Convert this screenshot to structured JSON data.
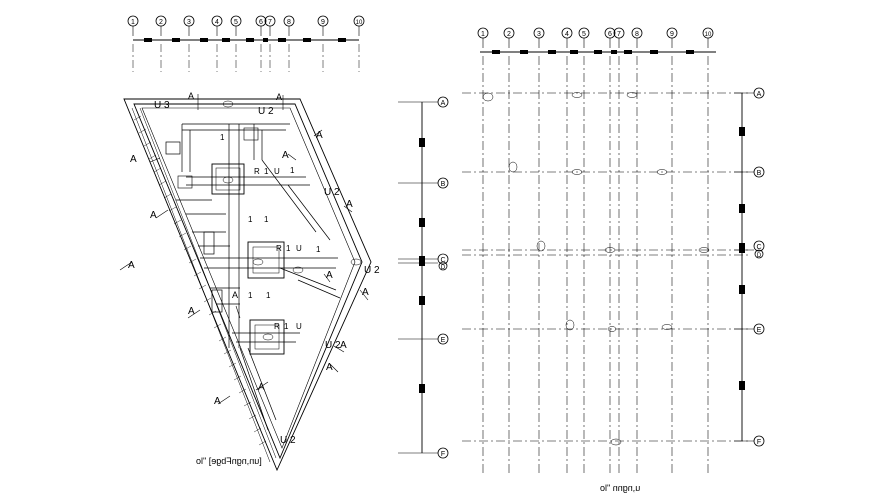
{
  "left_plan": {
    "top_axis_labels": [
      "1",
      "2",
      "3",
      "4",
      "5",
      "6",
      "7",
      "8",
      "9",
      "10"
    ],
    "beam_labels": [
      "U 3",
      "U 2",
      "U 2",
      "U 2",
      "U 2",
      "U 2"
    ],
    "small_beam_labels": [
      "R",
      "1",
      "U",
      "R",
      "1",
      "U",
      "R",
      "1",
      "U",
      "1",
      "1",
      "1",
      "1",
      "1",
      "1",
      "1"
    ],
    "caption": "[un,ngnFbge] \"lo"
  },
  "right_plan": {
    "top_axis_labels": [
      "1",
      "2",
      "3",
      "4",
      "5",
      "6",
      "7",
      "8",
      "9",
      "10"
    ],
    "side_axis_labels": [
      "A",
      "B",
      "C",
      "D",
      "E",
      "F"
    ],
    "caption": "u,ngnn \"lo"
  },
  "colors": {
    "line": "#000000",
    "background": "#ffffff"
  },
  "section_marker": "A"
}
